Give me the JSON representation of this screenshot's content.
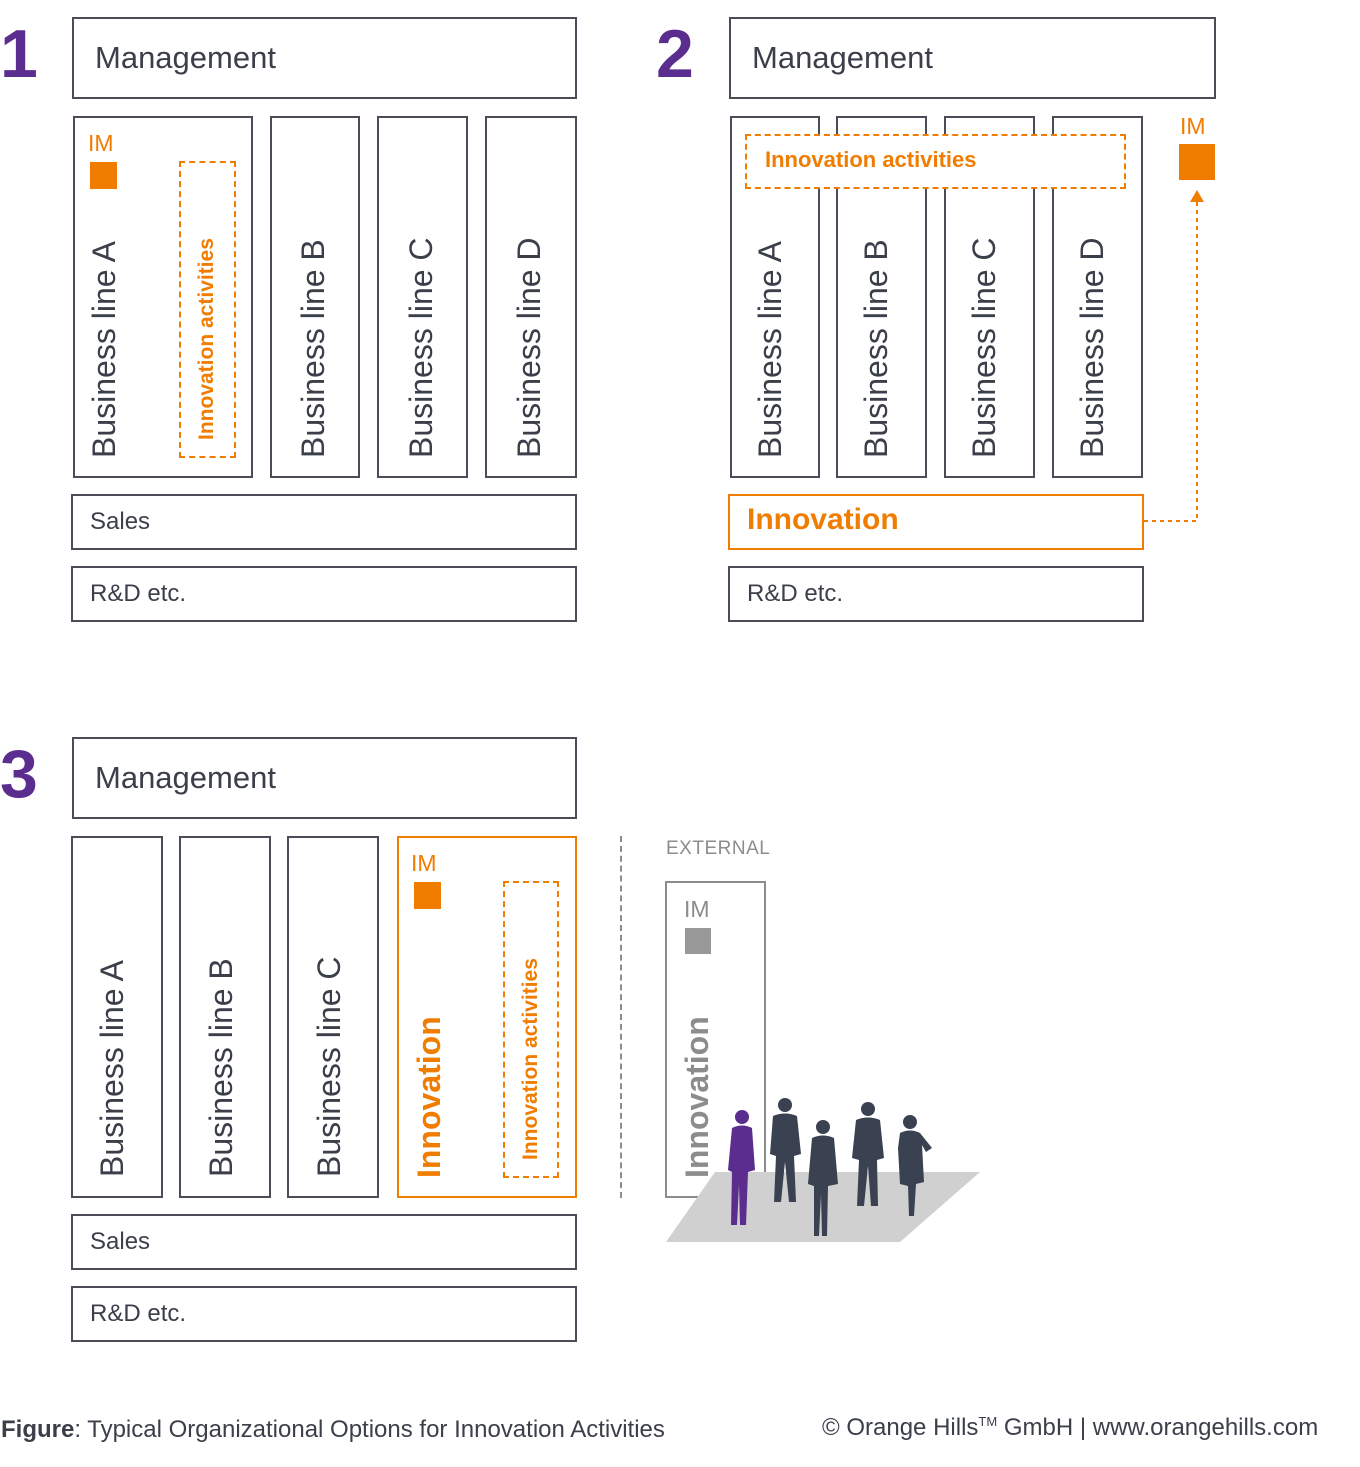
{
  "panels": {
    "p1": {
      "number": "1",
      "management": "Management",
      "im": "IM",
      "lines": [
        "Business line A",
        "Business line B",
        "Business line C",
        "Business line D"
      ],
      "innovation_activities": "Innovation activities",
      "sales": "Sales",
      "rnd": "R&D etc."
    },
    "p2": {
      "number": "2",
      "management": "Management",
      "im": "IM",
      "innovation_activities": "Innovation activities",
      "lines": [
        "Business line A",
        "Business line B",
        "Business line C",
        "Business line D"
      ],
      "innovation": "Innovation",
      "rnd": "R&D etc."
    },
    "p3": {
      "number": "3",
      "management": "Management",
      "lines": [
        "Business line A",
        "Business line B",
        "Business line C"
      ],
      "im": "IM",
      "innovation": "Innovation",
      "innovation_activities": "Innovation activities",
      "sales": "Sales",
      "rnd": "R&D etc.",
      "external": {
        "label": "EXTERNAL",
        "im": "IM",
        "innovation": "Innovation"
      }
    }
  },
  "caption": {
    "figure_label": "Figure",
    "figure_text": ": Typical Organizational Options for Innovation Activities",
    "copyright_pre": "© Orange Hills",
    "tm": "TM",
    "copyright_post": " GmbH | www.orangehills.com"
  },
  "colors": {
    "accent_purple": "#5b2d8e",
    "accent_orange": "#f07c00",
    "outline": "#4a4d57",
    "people": "#3a4150",
    "grey": "#8c8c8c"
  }
}
